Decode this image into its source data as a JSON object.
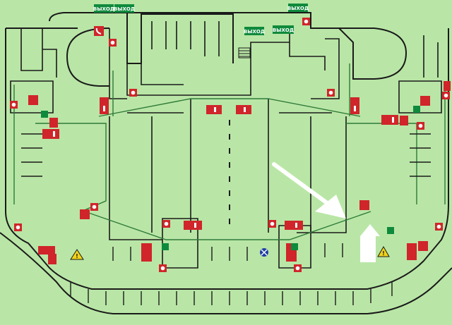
{
  "plan": {
    "colors": {
      "background": "#b9e6a6",
      "wall": "#1a1a1a",
      "route": "#2f7a3a",
      "fire_equipment": "#d0252a",
      "exit_sign": "#0f8a3c",
      "you_are_here": "#1f3fa6",
      "arrow": "#ffffff"
    },
    "exit_signs": [
      {
        "label": "ВЫХОД"
      },
      {
        "label": "ВЫХОД"
      },
      {
        "label": "ВЫХОД"
      },
      {
        "label": "ВЫХОД"
      },
      {
        "label": "ВЫХОД"
      }
    ],
    "icons": [
      "fire-extinguisher-icon",
      "fire-hose-icon",
      "fire-alarm-icon",
      "phone-icon",
      "warning-icon",
      "you-are-here-icon",
      "evacuation-arrow-icon",
      "stairs-icon"
    ]
  }
}
